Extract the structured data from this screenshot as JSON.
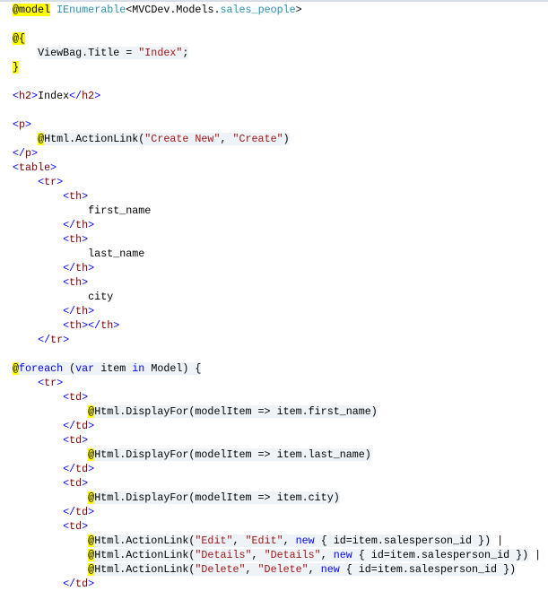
{
  "editor": {
    "language": "razor",
    "colors": {
      "razor_highlight": "#ffff00",
      "code_block_bg": "#eef3f8",
      "tag_delim": "#0000ff",
      "tag_name": "#800000",
      "string": "#a31515",
      "keyword": "#0000ff",
      "type": "#2b91af"
    },
    "lines": [
      {
        "cb": false,
        "tok": [
          [
            "raz",
            "@model"
          ],
          [
            "p",
            " "
          ],
          [
            "ty",
            "IEnumerable"
          ],
          [
            "p",
            "<MVCDev.Models."
          ],
          [
            "ty",
            "sales_people"
          ],
          [
            "p",
            ">"
          ]
        ]
      },
      {
        "cb": false,
        "tok": []
      },
      {
        "cb": false,
        "tok": [
          [
            "raz",
            "@{"
          ]
        ]
      },
      {
        "cb": true,
        "ind": "    ",
        "tok": [
          [
            "p",
            "ViewBag.Title = "
          ],
          [
            "s",
            "\"Index\""
          ],
          [
            "p",
            ";"
          ]
        ]
      },
      {
        "cb": false,
        "tok": [
          [
            "raz",
            "}"
          ]
        ]
      },
      {
        "cb": false,
        "tok": []
      },
      {
        "cb": false,
        "tok": [
          [
            "d",
            "<"
          ],
          [
            "n",
            "h2"
          ],
          [
            "d",
            ">"
          ],
          [
            "p",
            "Index"
          ],
          [
            "d",
            "</"
          ],
          [
            "n",
            "h2"
          ],
          [
            "d",
            ">"
          ]
        ]
      },
      {
        "cb": false,
        "tok": []
      },
      {
        "cb": false,
        "tok": [
          [
            "d",
            "<"
          ],
          [
            "n",
            "p"
          ],
          [
            "d",
            ">"
          ]
        ]
      },
      {
        "cb": true,
        "ind": "    ",
        "tok": [
          [
            "raz",
            "@"
          ],
          [
            "p",
            "Html.ActionLink("
          ],
          [
            "s",
            "\"Create New\""
          ],
          [
            "p",
            ", "
          ],
          [
            "s",
            "\"Create\""
          ],
          [
            "p",
            ")"
          ]
        ]
      },
      {
        "cb": false,
        "tok": [
          [
            "d",
            "</"
          ],
          [
            "n",
            "p"
          ],
          [
            "d",
            ">"
          ]
        ]
      },
      {
        "cb": false,
        "tok": [
          [
            "d",
            "<"
          ],
          [
            "n",
            "table"
          ],
          [
            "d",
            ">"
          ]
        ]
      },
      {
        "cb": false,
        "ind": "    ",
        "tok": [
          [
            "d",
            "<"
          ],
          [
            "n",
            "tr"
          ],
          [
            "d",
            ">"
          ]
        ]
      },
      {
        "cb": false,
        "ind": "        ",
        "tok": [
          [
            "d",
            "<"
          ],
          [
            "n",
            "th"
          ],
          [
            "d",
            ">"
          ]
        ]
      },
      {
        "cb": false,
        "ind": "            ",
        "tok": [
          [
            "p",
            "first_name"
          ]
        ]
      },
      {
        "cb": false,
        "ind": "        ",
        "tok": [
          [
            "d",
            "</"
          ],
          [
            "n",
            "th"
          ],
          [
            "d",
            ">"
          ]
        ]
      },
      {
        "cb": false,
        "ind": "        ",
        "tok": [
          [
            "d",
            "<"
          ],
          [
            "n",
            "th"
          ],
          [
            "d",
            ">"
          ]
        ]
      },
      {
        "cb": false,
        "ind": "            ",
        "tok": [
          [
            "p",
            "last_name"
          ]
        ]
      },
      {
        "cb": false,
        "ind": "        ",
        "tok": [
          [
            "d",
            "</"
          ],
          [
            "n",
            "th"
          ],
          [
            "d",
            ">"
          ]
        ]
      },
      {
        "cb": false,
        "ind": "        ",
        "tok": [
          [
            "d",
            "<"
          ],
          [
            "n",
            "th"
          ],
          [
            "d",
            ">"
          ]
        ]
      },
      {
        "cb": false,
        "ind": "            ",
        "tok": [
          [
            "p",
            "city"
          ]
        ]
      },
      {
        "cb": false,
        "ind": "        ",
        "tok": [
          [
            "d",
            "</"
          ],
          [
            "n",
            "th"
          ],
          [
            "d",
            ">"
          ]
        ]
      },
      {
        "cb": false,
        "ind": "        ",
        "tok": [
          [
            "d",
            "<"
          ],
          [
            "n",
            "th"
          ],
          [
            "d",
            "></"
          ],
          [
            "n",
            "th"
          ],
          [
            "d",
            ">"
          ]
        ]
      },
      {
        "cb": false,
        "ind": "    ",
        "tok": [
          [
            "d",
            "</"
          ],
          [
            "n",
            "tr"
          ],
          [
            "d",
            ">"
          ]
        ]
      },
      {
        "cb": false,
        "tok": []
      },
      {
        "cb": true,
        "tok": [
          [
            "raz",
            "@"
          ],
          [
            "k",
            "foreach"
          ],
          [
            "p",
            " ("
          ],
          [
            "k",
            "var"
          ],
          [
            "p",
            " item "
          ],
          [
            "k",
            "in"
          ],
          [
            "p",
            " Model) {"
          ]
        ]
      },
      {
        "cb": false,
        "ind": "    ",
        "tok": [
          [
            "d",
            "<"
          ],
          [
            "n",
            "tr"
          ],
          [
            "d",
            ">"
          ]
        ]
      },
      {
        "cb": false,
        "ind": "        ",
        "tok": [
          [
            "d",
            "<"
          ],
          [
            "n",
            "td"
          ],
          [
            "d",
            ">"
          ]
        ]
      },
      {
        "cb": true,
        "ind": "            ",
        "tok": [
          [
            "raz",
            "@"
          ],
          [
            "p",
            "Html.DisplayFor(modelItem => item.first_name)"
          ]
        ]
      },
      {
        "cb": false,
        "ind": "        ",
        "tok": [
          [
            "d",
            "</"
          ],
          [
            "n",
            "td"
          ],
          [
            "d",
            ">"
          ]
        ]
      },
      {
        "cb": false,
        "ind": "        ",
        "tok": [
          [
            "d",
            "<"
          ],
          [
            "n",
            "td"
          ],
          [
            "d",
            ">"
          ]
        ]
      },
      {
        "cb": true,
        "ind": "            ",
        "tok": [
          [
            "raz",
            "@"
          ],
          [
            "p",
            "Html.DisplayFor(modelItem => item.last_name)"
          ]
        ]
      },
      {
        "cb": false,
        "ind": "        ",
        "tok": [
          [
            "d",
            "</"
          ],
          [
            "n",
            "td"
          ],
          [
            "d",
            ">"
          ]
        ]
      },
      {
        "cb": false,
        "ind": "        ",
        "tok": [
          [
            "d",
            "<"
          ],
          [
            "n",
            "td"
          ],
          [
            "d",
            ">"
          ]
        ]
      },
      {
        "cb": true,
        "ind": "            ",
        "tok": [
          [
            "raz",
            "@"
          ],
          [
            "p",
            "Html.DisplayFor(modelItem => item.city)"
          ]
        ]
      },
      {
        "cb": false,
        "ind": "        ",
        "tok": [
          [
            "d",
            "</"
          ],
          [
            "n",
            "td"
          ],
          [
            "d",
            ">"
          ]
        ]
      },
      {
        "cb": false,
        "ind": "        ",
        "tok": [
          [
            "d",
            "<"
          ],
          [
            "n",
            "td"
          ],
          [
            "d",
            ">"
          ]
        ]
      },
      {
        "cb": true,
        "ind": "            ",
        "tok": [
          [
            "raz",
            "@"
          ],
          [
            "p",
            "Html.ActionLink("
          ],
          [
            "s",
            "\"Edit\""
          ],
          [
            "p",
            ", "
          ],
          [
            "s",
            "\"Edit\""
          ],
          [
            "p",
            ", "
          ],
          [
            "k",
            "new"
          ],
          [
            "p",
            " { id=item.salesperson_id })"
          ]
        ],
        "tail": " |"
      },
      {
        "cb": true,
        "ind": "            ",
        "tok": [
          [
            "raz",
            "@"
          ],
          [
            "p",
            "Html.ActionLink("
          ],
          [
            "s",
            "\"Details\""
          ],
          [
            "p",
            ", "
          ],
          [
            "s",
            "\"Details\""
          ],
          [
            "p",
            ", "
          ],
          [
            "k",
            "new"
          ],
          [
            "p",
            " { id=item.salesperson_id })"
          ]
        ],
        "tail": " |"
      },
      {
        "cb": true,
        "ind": "            ",
        "tok": [
          [
            "raz",
            "@"
          ],
          [
            "p",
            "Html.ActionLink("
          ],
          [
            "s",
            "\"Delete\""
          ],
          [
            "p",
            ", "
          ],
          [
            "s",
            "\"Delete\""
          ],
          [
            "p",
            ", "
          ],
          [
            "k",
            "new"
          ],
          [
            "p",
            " { id=item.salesperson_id })"
          ]
        ]
      },
      {
        "cb": false,
        "ind": "        ",
        "tok": [
          [
            "d",
            "</"
          ],
          [
            "n",
            "td"
          ],
          [
            "d",
            ">"
          ]
        ]
      }
    ]
  }
}
